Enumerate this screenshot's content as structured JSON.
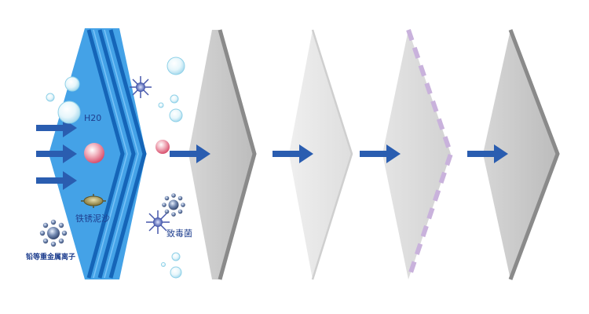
{
  "labels": {
    "water": "H20",
    "rust_sand": "铁锈泥沙",
    "bacteria": "致毒菌",
    "heavy_metal": "铅等重金属离子"
  },
  "colors": {
    "arrow": "#2a5db0",
    "stage1_fill": "#3a9de6",
    "stage1_stripe": "#1565b8",
    "label_text": "#1f3f8f",
    "stage_grey": "#c4c4c4",
    "stage_light": "#e7e7e7",
    "stage_mid": "#d9d9d9",
    "dash_purple": "#c9b2dc"
  },
  "icons": [
    "arrow-right-icon",
    "water-bubble-icon",
    "pink-particle-icon",
    "rust-particle-icon",
    "bacteria-star-icon",
    "heavy-metal-cluster-icon"
  ]
}
